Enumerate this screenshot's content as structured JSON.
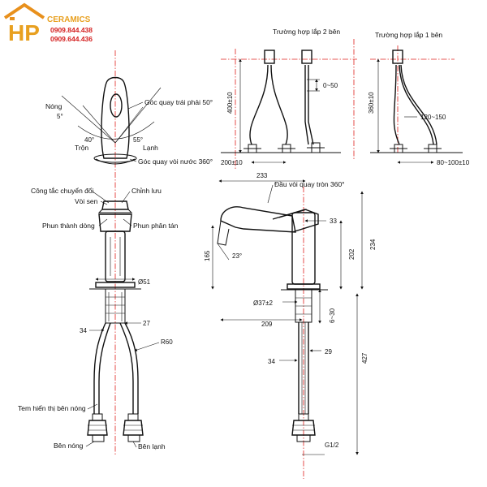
{
  "brand": {
    "logo_letters": "HP",
    "name": "CERAMICS",
    "phone1": "0909.844.438",
    "phone2": "0909.644.436",
    "colors": {
      "house": "#e8901c",
      "letters": "#e8a020",
      "name": "#e8a020",
      "phones": "#d42020"
    }
  },
  "front_view": {
    "label_hot": "Nóng",
    "label_swing": "Góc quay trái phải 50°",
    "label_mix": "Trộn",
    "label_cold": "Lạnh",
    "angle_hot": "5°",
    "angle_mix": "40°",
    "angle_cold": "55°",
    "label_spout_rotation": "Góc quay vòi nước 360°",
    "label_switch": "Công tắc chuyển đổi",
    "label_shower": "Vòi sen",
    "label_adjust": "Chỉnh lưu",
    "label_stream": "Phun thành dòng",
    "label_spray": "Phun phân tán",
    "dim_diameter": "Ø51",
    "dim_34": "34",
    "dim_27": "27",
    "dim_r60": "R60",
    "label_temp": "Tem hiển thị bên nóng",
    "label_hot_side": "Bên nóng",
    "label_cold_side": "Bên lạnh"
  },
  "install_two": {
    "title": "Trường hợp lắp 2 bên",
    "dim_height": "400±10",
    "dim_range": "0~50",
    "dim_width": "200±10"
  },
  "install_one": {
    "title": "Trường hợp lắp 1 bên",
    "dim_height": "360±10",
    "dim_range": "120~150",
    "dim_width": "80~100±10"
  },
  "side_view": {
    "label_spout": "Đầu vòi quay tròn 360°",
    "dim_233": "233",
    "dim_33": "33",
    "dim_165": "165",
    "dim_23": "23°",
    "dim_202": "202",
    "dim_234": "234",
    "dim_hole": "Ø37±2",
    "dim_209": "209",
    "dim_630": "6~30",
    "dim_427": "427",
    "dim_34": "34",
    "dim_29": "29",
    "dim_thread": "G1/2"
  }
}
